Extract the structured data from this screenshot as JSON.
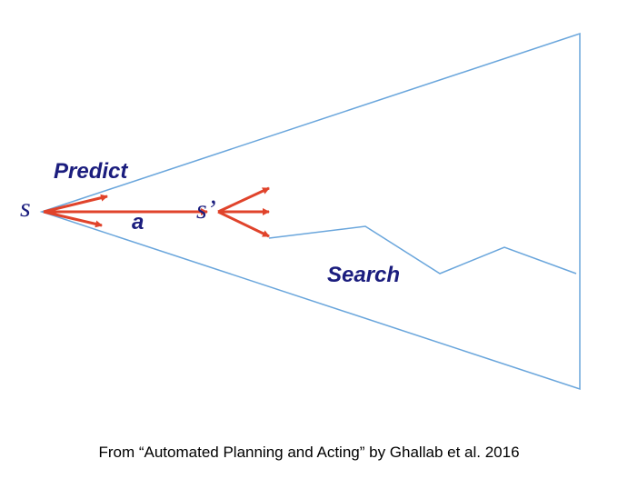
{
  "labels": {
    "state": "s",
    "next_state": "s’",
    "predict": "Predict",
    "action": "a",
    "search": "Search"
  },
  "caption": "From “Automated Planning and Acting” by Ghallab et al. 2016",
  "colors": {
    "outline": "#6aa6dc",
    "arrows": "#e0432b",
    "labels": "#1b1d7e",
    "caption": "#000000"
  }
}
